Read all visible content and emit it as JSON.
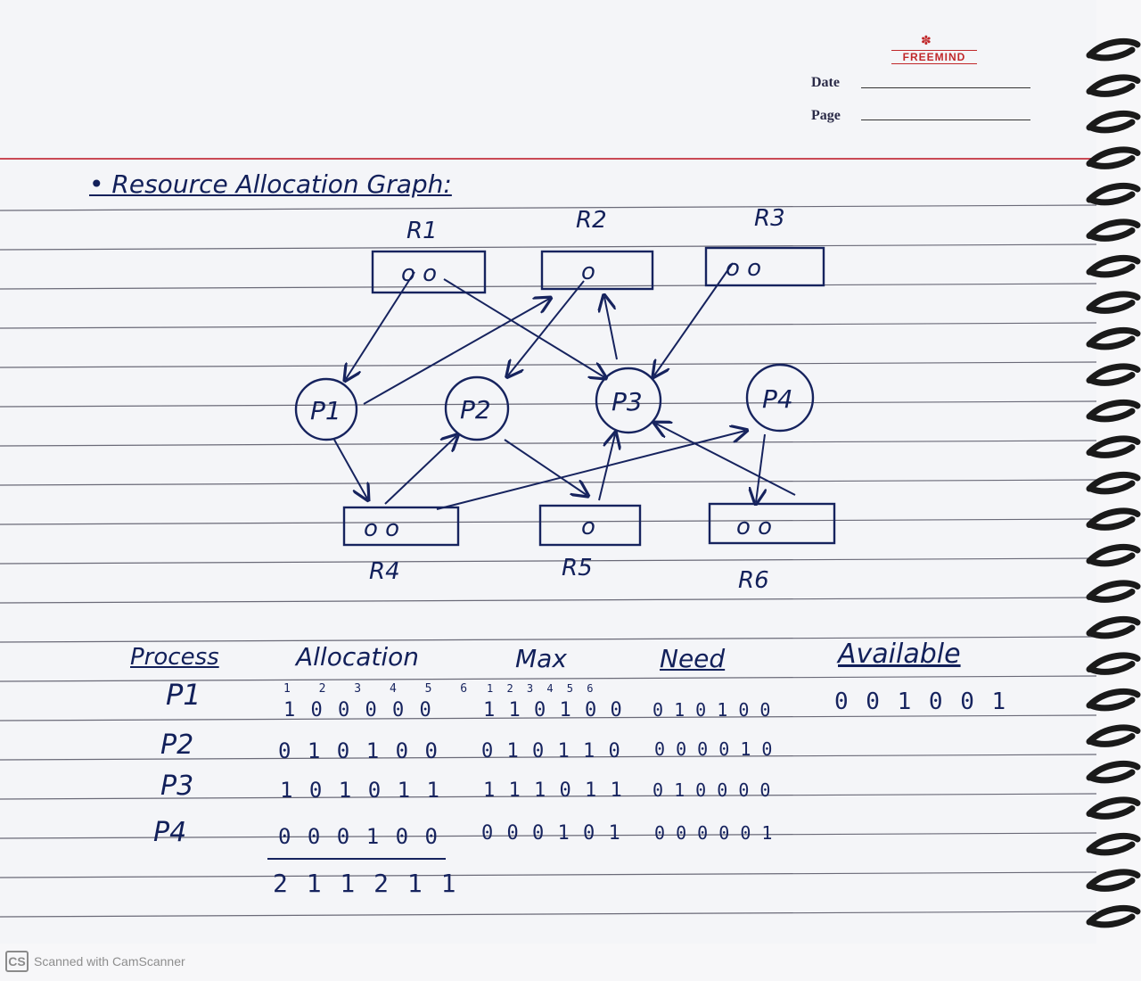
{
  "notebook": {
    "brand": "FREEMIND",
    "date_label": "Date",
    "page_label": "Page"
  },
  "heading": "• Resource Allocation Graph:",
  "graph": {
    "resources": [
      {
        "name": "R1",
        "instances": "o o"
      },
      {
        "name": "R2",
        "instances": "o"
      },
      {
        "name": "R3",
        "instances": "o o"
      },
      {
        "name": "R4",
        "instances": "o o"
      },
      {
        "name": "R5",
        "instances": "o"
      },
      {
        "name": "R6",
        "instances": "o o"
      }
    ],
    "processes": [
      "P1",
      "P2",
      "P3",
      "P4"
    ]
  },
  "table": {
    "headers": {
      "process": "Process",
      "allocation": "Allocation",
      "max": "Max",
      "need": "Need",
      "available": "Available"
    },
    "allocation_index": "1 2 3 4 5 6",
    "max_index": "1 2 3 4 5 6",
    "rows": [
      {
        "process": "P1",
        "allocation": "1 0 0 0 0 0",
        "max": "1 1 0 1 0 0",
        "need": "0 1 0 1 0 0"
      },
      {
        "process": "P2",
        "allocation": "0 1 0 1 0 0",
        "max": "0 1 0 1 1 0",
        "need": "0 0 0 0 1 0"
      },
      {
        "process": "P3",
        "allocation": "1 0 1 0 1 1",
        "max": "1 1 1 0 1 1",
        "need": "0 1 0 0 0 0"
      },
      {
        "process": "P4",
        "allocation": "0 0 0 1 0 0",
        "max": "0 0 0 1 0 1",
        "need": "0 0 0 0 0 1"
      }
    ],
    "allocation_total": "2 1 1 2 1 1",
    "available": "0 0 1 0 0 1"
  },
  "footer": {
    "logo": "CS",
    "text": "Scanned with CamScanner"
  }
}
